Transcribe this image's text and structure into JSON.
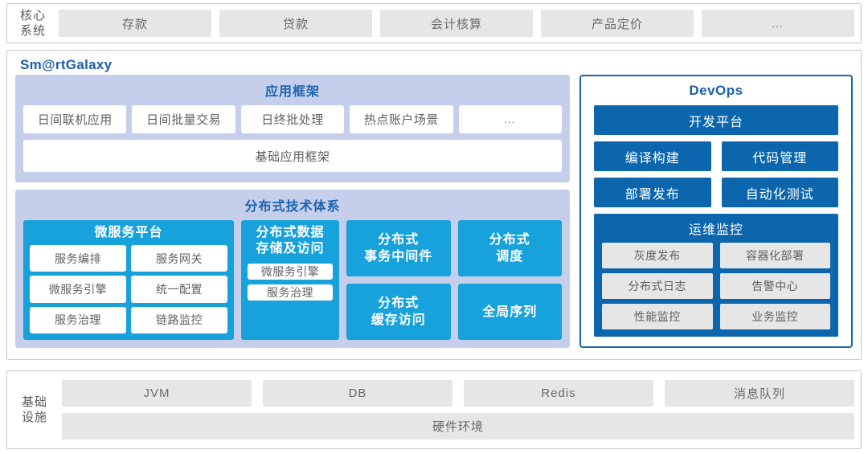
{
  "core_system": {
    "label_lines": [
      "核心",
      "系统"
    ],
    "items": [
      {
        "label": "存款"
      },
      {
        "label": "贷款"
      },
      {
        "label": "会计核算"
      },
      {
        "label": "产品定价"
      },
      {
        "label": "…"
      }
    ]
  },
  "platform": {
    "brand": "Sm@rtGalaxy",
    "app_framework": {
      "title": "应用框架",
      "items": [
        {
          "label": "日间联机应用"
        },
        {
          "label": "日间批量交易"
        },
        {
          "label": "日终批处理"
        },
        {
          "label": "热点账户场景"
        },
        {
          "label": "…"
        }
      ],
      "base": "基础应用框架"
    },
    "distributed": {
      "title": "分布式技术体系",
      "microservice_platform": {
        "title": "微服务平台",
        "items": [
          {
            "label": "服务编排"
          },
          {
            "label": "服务网关"
          },
          {
            "label": "微服务引擎"
          },
          {
            "label": "统一配置"
          },
          {
            "label": "服务治理"
          },
          {
            "label": "链路监控"
          }
        ]
      },
      "data_storage": {
        "title": "分布式数据\n存储及访问",
        "title_line1": "分布式数据",
        "title_line2": "存储及访问",
        "items": [
          {
            "label": "微服务引擎"
          },
          {
            "label": "服务治理"
          }
        ]
      },
      "column3": [
        {
          "line1": "分布式",
          "line2": "事务中间件"
        },
        {
          "line1": "分布式",
          "line2": "缓存访问"
        }
      ],
      "column4": [
        {
          "line1": "分布式",
          "line2": "调度"
        },
        {
          "line1": "全局序列",
          "line2": ""
        }
      ]
    }
  },
  "devops": {
    "title": "DevOps",
    "platform_label": "开发平台",
    "rows": [
      [
        {
          "label": "编译构建"
        },
        {
          "label": "代码管理"
        }
      ],
      [
        {
          "label": "部署发布"
        },
        {
          "label": "自动化测试"
        }
      ]
    ],
    "ops_monitor": {
      "title": "运维监控",
      "items": [
        {
          "label": "灰度发布"
        },
        {
          "label": "容器化部署"
        },
        {
          "label": "分布式日志"
        },
        {
          "label": "告警中心"
        },
        {
          "label": "性能监控"
        },
        {
          "label": "业务监控"
        }
      ]
    }
  },
  "infrastructure": {
    "label_lines": [
      "基础",
      "设施"
    ],
    "items": [
      {
        "label": "JVM"
      },
      {
        "label": "DB"
      },
      {
        "label": "Redis"
      },
      {
        "label": "消息队列"
      }
    ],
    "hardware": "硬件环境"
  },
  "colors": {
    "brand_blue": "#1b5fa8",
    "panel_light_blue": "#c5cfeb",
    "cyan": "#17a2dc",
    "devops_blue": "#0b66ae",
    "chip_gray": "#e6e6e6",
    "frame_border": "#c9c9c9"
  }
}
